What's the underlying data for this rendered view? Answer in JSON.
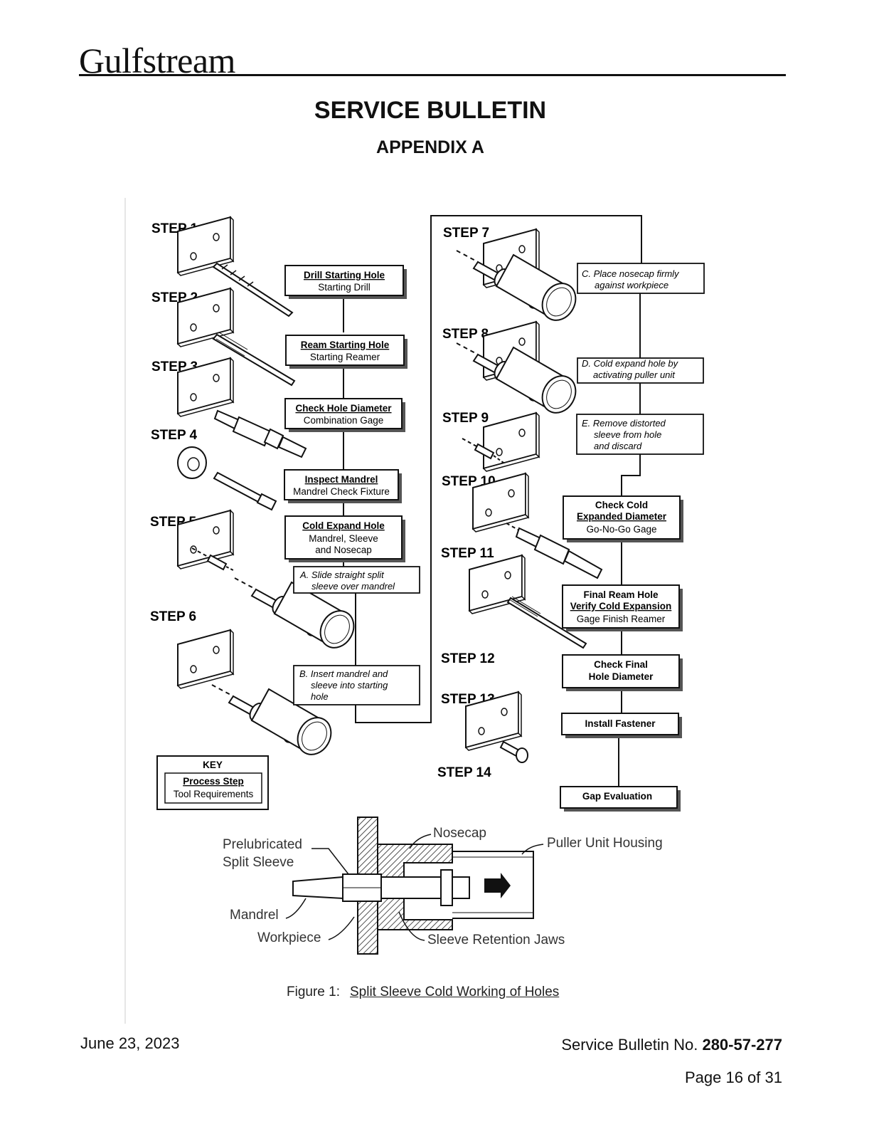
{
  "header": {
    "brand": "Gulfstream",
    "title": "SERVICE BULLETIN",
    "subtitle": "APPENDIX A"
  },
  "figure": {
    "steps": [
      "STEP 1",
      "STEP 2",
      "STEP 3",
      "STEP 4",
      "STEP 5",
      "STEP 6",
      "STEP 7",
      "STEP 8",
      "STEP 9",
      "STEP 10",
      "STEP 11",
      "STEP 12",
      "STEP 13",
      "STEP 14"
    ],
    "left_boxes": [
      {
        "title": "Drill Starting Hole",
        "tool": "Starting Drill"
      },
      {
        "title": "Ream Starting Hole",
        "tool": "Starting Reamer"
      },
      {
        "title": "Check Hole Diameter",
        "tool": "Combination Gage"
      },
      {
        "title": "Inspect Mandrel",
        "tool": "Mandrel Check Fixture"
      },
      {
        "title": "Cold Expand Hole",
        "tool_line1": "Mandrel, Sleeve",
        "tool_line2": "and Nosecap"
      }
    ],
    "notes": {
      "a": [
        "A. Slide straight split",
        "sleeve over mandrel"
      ],
      "b": [
        "B. Insert mandrel and",
        "sleeve into starting",
        "hole"
      ],
      "c": [
        "C. Place nosecap firmly",
        "against workpiece"
      ],
      "d": [
        "D. Cold expand hole by",
        "activating puller unit"
      ],
      "e": [
        "E. Remove distorted",
        "sleeve from hole",
        "and discard"
      ]
    },
    "right_boxes": {
      "check_cold": [
        "Check Cold",
        "Expanded Diameter",
        "Go-No-Go Gage"
      ],
      "final_ream": [
        "Final Ream Hole",
        "Verify Cold Expansion",
        "Gage Finish Reamer"
      ],
      "check_final": [
        "Check Final",
        "Hole Diameter"
      ],
      "install": "Install Fastener",
      "gap": "Gap Evaluation"
    },
    "key": {
      "title": "KEY",
      "process": "Process Step",
      "tool": "Tool Requirements"
    },
    "detail_labels": {
      "sleeve_1": "Prelubricated",
      "sleeve_2": "Split Sleeve",
      "mandrel": "Mandrel",
      "workpiece": "Workpiece",
      "nosecap": "Nosecap",
      "puller": "Puller Unit Housing",
      "jaws": "Sleeve Retention Jaws"
    },
    "caption_label": "Figure 1:",
    "caption_title": "Split Sleeve Cold Working of Holes"
  },
  "footer": {
    "date": "June 23, 2023",
    "sb_prefix": "Service Bulletin No.",
    "sb_number": "280-57-277",
    "page": "Page 16 of 31"
  }
}
